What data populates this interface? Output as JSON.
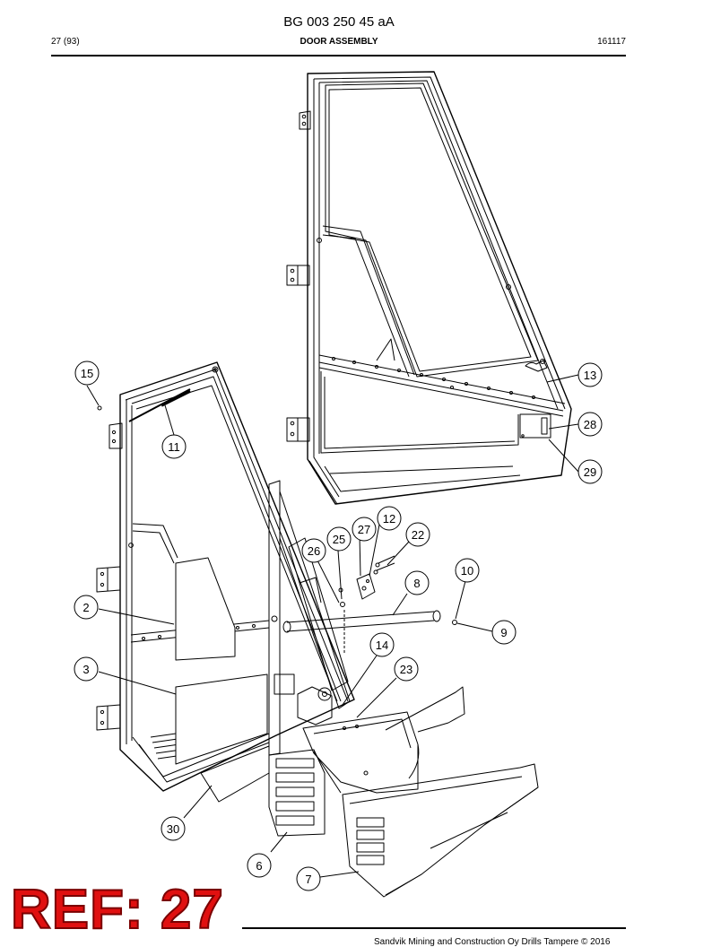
{
  "header": {
    "document_number": "BG 003 250 45 aA",
    "page": "27 (93)",
    "section_title": "DOOR ASSEMBLY",
    "date_code": "161117"
  },
  "callouts": [
    {
      "id": "c15",
      "label": "15"
    },
    {
      "id": "c11",
      "label": "11"
    },
    {
      "id": "c13",
      "label": "13"
    },
    {
      "id": "c28",
      "label": "28"
    },
    {
      "id": "c29",
      "label": "29"
    },
    {
      "id": "c12",
      "label": "12"
    },
    {
      "id": "c27",
      "label": "27"
    },
    {
      "id": "c25",
      "label": "25"
    },
    {
      "id": "c26",
      "label": "26"
    },
    {
      "id": "c22",
      "label": "22"
    },
    {
      "id": "c10",
      "label": "10"
    },
    {
      "id": "c8",
      "label": "8"
    },
    {
      "id": "c2",
      "label": "2"
    },
    {
      "id": "c9",
      "label": "9"
    },
    {
      "id": "c14",
      "label": "14"
    },
    {
      "id": "c3",
      "label": "3"
    },
    {
      "id": "c23",
      "label": "23"
    },
    {
      "id": "c30",
      "label": "30"
    },
    {
      "id": "c6",
      "label": "6"
    },
    {
      "id": "c7",
      "label": "7"
    }
  ],
  "stamp": {
    "text": "REF: 27"
  },
  "footer": {
    "copyright": "Sandvik Mining and Construction Oy Drills Tampere © 2016"
  }
}
